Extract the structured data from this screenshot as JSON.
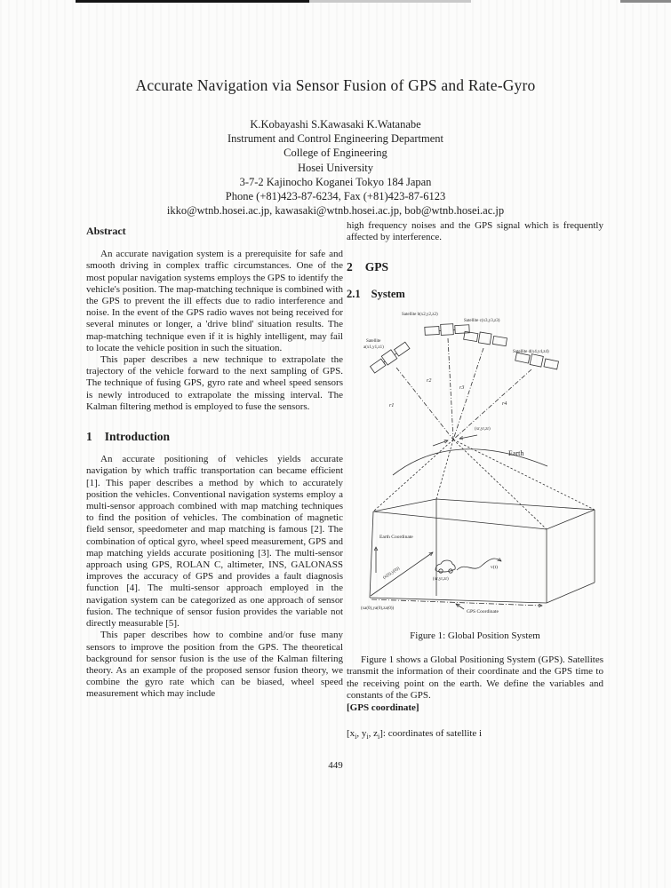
{
  "page": {
    "number": "449"
  },
  "header": {
    "title": "Accurate Navigation via Sensor Fusion of GPS and Rate-Gyro",
    "authors": "K.Kobayashi S.Kawasaki K.Watanabe",
    "affiliation_lines": [
      "Instrument and Control Engineering Department",
      "College of Engineering",
      "Hosei University",
      "3-7-2 Kajinocho Koganei Tokyo 184 Japan",
      "Phone (+81)423-87-6234, Fax (+81)423-87-6123",
      "ikko@wtnb.hosei.ac.jp, kawasaki@wtnb.hosei.ac.jp, bob@wtnb.hosei.ac.jp"
    ]
  },
  "abstract": {
    "heading": "Abstract",
    "para1": "An accurate navigation system is a prerequisite for safe and smooth driving in complex traffic circumstances. One of the most popular navigation systems employs the GPS to identify the vehicle's position. The map-matching technique is combined with the GPS to prevent the ill effects due to radio interference and noise. In the event of the GPS radio waves not being received for several minutes or longer, a 'drive blind' situation results. The map-matching technique even if it is highly intelligent, may fail to locate the vehicle position in such the situation.",
    "para2": "This paper describes a new technique to extrapolate the trajectory of the vehicle forward to the next sampling of GPS. The technique of fusing GPS, gyro rate and wheel speed sensors is newly introduced to extrapolate the missing interval. The Kalman filtering method is employed to fuse the sensors."
  },
  "introduction": {
    "heading_number": "1",
    "heading": "Introduction",
    "para1": "An accurate positioning of vehicles yields accurate navigation by which traffic transportation can became efficient [1]. This paper describes a method by which to accurately position the vehicles. Conventional navigation systems employ a multi-sensor approach combined with map matching techniques to find the position of vehicles. The combination of magnetic field sensor, speedometer and map matching is famous [2]. The combination of optical gyro, wheel speed measurement, GPS and map matching yields accurate positioning [3]. The multi-sensor approach using GPS, ROLAN C, altimeter, INS, GALONASS improves the accuracy of GPS and provides a fault diagnosis function [4]. The multi-sensor approach employed in the navigation system can be categorized as one approach of sensor fusion. The technique of sensor fusion provides the variable not directly measurable [5].",
    "para2": "This paper describes how to combine and/or fuse many sensors to improve the position from the GPS. The theoretical background for sensor fusion is the use of the Kalman filtering theory. As an example of the proposed sensor fusion theory, we combine the gyro rate which can be biased, wheel speed measurement which may include"
  },
  "right_column": {
    "continued_para": "high frequency noises and the GPS signal which is frequently affected by interference.",
    "section2_number": "2",
    "section2": "GPS",
    "section21_number": "2.1",
    "section21": "System",
    "figure_caption": "Figure 1: Global Position System",
    "para_figure": "Figure 1 shows a Global Positioning System (GPS). Satellites transmit the information of their coordinate and the GPS time to the receiving point on the earth. We define the variables and constants of the GPS.",
    "gps_coordinate_label": "[GPS coordinate]",
    "var_definition": "[x_i, y_i, z_i]: coordinates of satellite i"
  },
  "figure": {
    "labels": {
      "satellite_a_line1": "Satellite",
      "satellite_a_line2": "a(x1,y1,z1)",
      "satellite_b": "Satellite b(x2,y2,z2)",
      "satellite_c": "Satellite c(x3,y3,z3)",
      "satellite_d": "Satellite d(x4,y4,z4)",
      "range_1": "r1",
      "range_2": "r2",
      "range_3": "r3",
      "range_4": "r4",
      "receiver_point": "(xr,yr,zr)",
      "earth": "Earth",
      "earth_coordinate_axis": "Earth Coordinate",
      "initial_xy": "(x(0),y(0))",
      "origin_point": "(xa(0),ya(0),za(0))",
      "vehicle_point": "(xr,yr,zr)",
      "velocity": "v(t)",
      "gps_coordinate_axis": "GPS Coordinate"
    }
  }
}
